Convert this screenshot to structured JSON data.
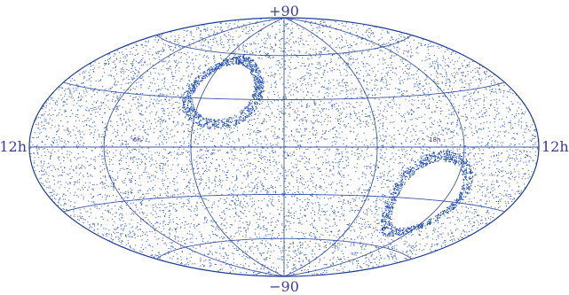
{
  "projection": {
    "type": "aitoff-hammer all-sky",
    "labels": {
      "top": "+90",
      "bottom": "−90",
      "left": "12h",
      "right": "12h"
    },
    "grid_labels": {
      "left_center": "6h",
      "right_center": "18h"
    }
  },
  "colors": {
    "points": "#1f4fb3",
    "grid": "#1f3d9a",
    "labels": "#3a3aa0",
    "background": "#ffffff"
  },
  "holes": [
    {
      "lon_deg": -45,
      "lat_deg": 35,
      "radius_deg": 18
    },
    {
      "lon_deg": 105,
      "lat_deg": -28,
      "radius_deg": 20
    }
  ]
}
